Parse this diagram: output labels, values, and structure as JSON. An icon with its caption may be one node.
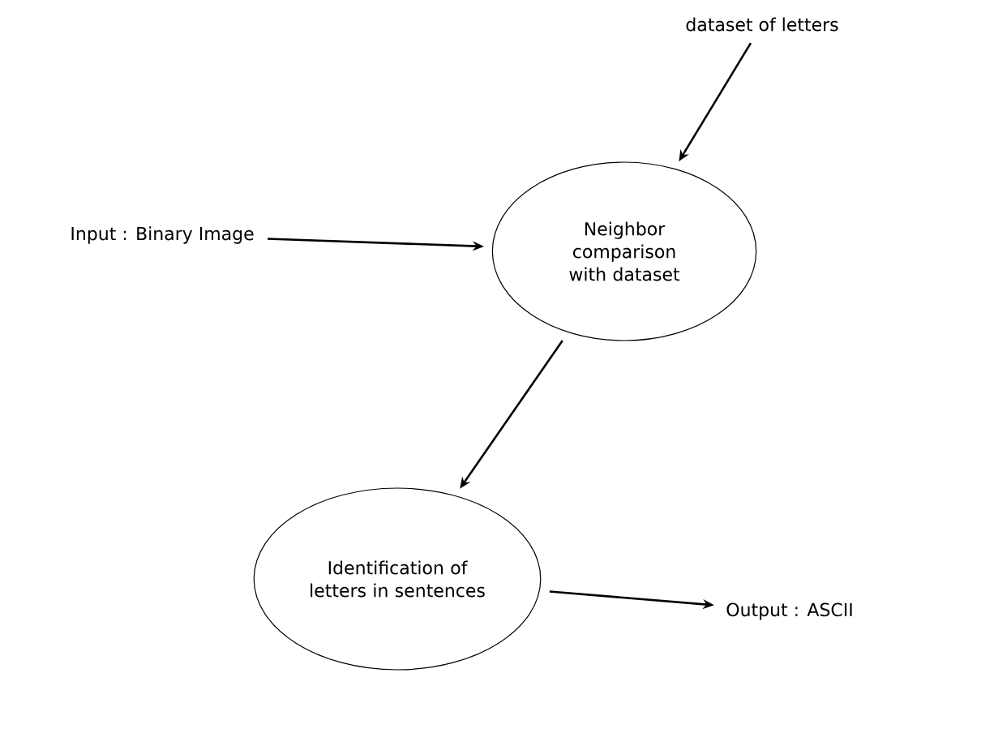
{
  "diagram": {
    "nodes": [
      {
        "text": [
          "dataset of letters"
        ]
      },
      {
        "text": [
          "Input : Binary Image"
        ]
      },
      {
        "text": [
          "Neighbor comparison with dataset"
        ]
      },
      {
        "text": [
          "Identification of letters in sentences"
        ]
      },
      {
        "text": [
          "Output : ASCII"
        ]
      }
    ],
    "edges": [
      {
        "from": 0,
        "to": 2,
        "arrow": "to"
      },
      {
        "from": 1,
        "to": 2,
        "arrow": "to"
      },
      {
        "from": 2,
        "to": 3,
        "arrow": "to"
      },
      {
        "from": 3,
        "to": 4,
        "arrow": "to"
      }
    ]
  }
}
